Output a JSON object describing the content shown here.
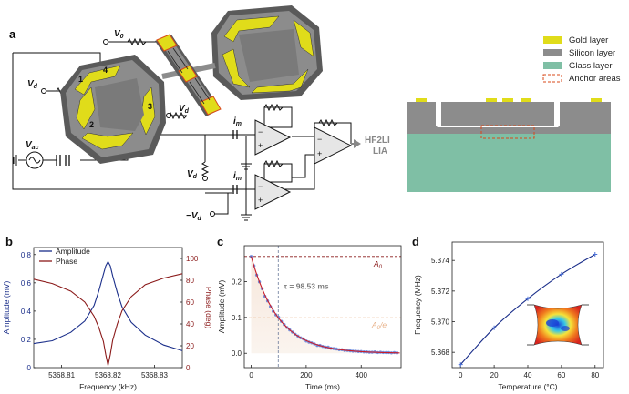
{
  "panel_a": {
    "label": "a",
    "signals": {
      "v0": "V",
      "v0_sub": "0",
      "vd": "V",
      "vd_sub": "d",
      "vac": "V",
      "vac_sub": "ac",
      "im": "i",
      "im_sub": "m",
      "neg_vd": "−V",
      "neg_vd_sub": "d"
    },
    "electrodes": [
      "1",
      "2",
      "3",
      "4"
    ],
    "lia_line1": "HF2LI",
    "lia_line2": "LIA"
  },
  "legend": {
    "items": [
      {
        "label": "Gold layer",
        "color": "#e0dc1a",
        "style": "fill"
      },
      {
        "label": "Silicon layer",
        "color": "#8c8c8c",
        "style": "fill"
      },
      {
        "label": "Glass layer",
        "color": "#7fbfa5",
        "style": "fill"
      },
      {
        "label": "Anchor areas",
        "color": "#d94a1a",
        "style": "dashed"
      }
    ]
  },
  "colors": {
    "gold": "#e0dc1a",
    "silicon": "#8c8c8c",
    "silicon_dark": "#5a5a5a",
    "glass": "#7fbfa5",
    "anchor": "#d94a1a",
    "amplitude": "#1a2e8a",
    "phase": "#8b1a1a",
    "decay_fit": "#c81d2a",
    "decay_data": "#4a6fd6"
  },
  "chart_data": [
    {
      "panel": "b",
      "type": "line",
      "xlabel": "Frequency (kHz)",
      "ylabel": "Amplitude (mV)",
      "ylabel_right": "Phase (deg)",
      "xlim": [
        5368.804,
        5368.836
      ],
      "ylim": [
        0,
        0.85
      ],
      "ylim_right": [
        0,
        110
      ],
      "xticks": [
        "5368.81",
        "5368.82",
        "5368.83"
      ],
      "xtick_values": [
        5368.81,
        5368.82,
        5368.83
      ],
      "yticks": [
        "0",
        "0.2",
        "0.4",
        "0.6",
        "0.8"
      ],
      "ytick_values": [
        0,
        0.2,
        0.4,
        0.6,
        0.8
      ],
      "yticks_right": [
        "0",
        "20",
        "40",
        "60",
        "80",
        "100"
      ],
      "ytick_values_right": [
        0,
        20,
        40,
        60,
        80,
        100
      ],
      "legend": "top-left",
      "series": [
        {
          "name": "Amplitude",
          "axis": "left",
          "x": [
            5368.804,
            5368.808,
            5368.812,
            5368.815,
            5368.817,
            5368.818,
            5368.819,
            5368.8195,
            5368.82,
            5368.8205,
            5368.821,
            5368.822,
            5368.823,
            5368.825,
            5368.828,
            5368.832,
            5368.836
          ],
          "y": [
            0.17,
            0.19,
            0.25,
            0.33,
            0.44,
            0.54,
            0.66,
            0.72,
            0.75,
            0.72,
            0.65,
            0.53,
            0.43,
            0.32,
            0.23,
            0.16,
            0.12
          ]
        },
        {
          "name": "Phase",
          "axis": "right",
          "x": [
            5368.804,
            5368.808,
            5368.812,
            5368.815,
            5368.817,
            5368.818,
            5368.819,
            5368.8195,
            5368.82,
            5368.8205,
            5368.821,
            5368.822,
            5368.823,
            5368.825,
            5368.828,
            5368.832,
            5368.836
          ],
          "y": [
            81,
            77,
            70,
            60,
            47,
            37,
            24,
            12,
            2,
            12,
            25,
            40,
            52,
            65,
            76,
            82,
            86
          ]
        }
      ]
    },
    {
      "panel": "c",
      "type": "scatter",
      "xlabel": "Time (ms)",
      "ylabel": "Amplitude (mV)",
      "xlim": [
        -25,
        545
      ],
      "ylim": [
        -0.04,
        0.3
      ],
      "xticks": [
        "0",
        "200",
        "400"
      ],
      "xtick_values": [
        0,
        200,
        400
      ],
      "yticks": [
        "0.0",
        "0.1",
        "0.2"
      ],
      "ytick_values": [
        0,
        0.1,
        0.2
      ],
      "annotations": [
        {
          "text": "A",
          "sub": "0",
          "value": 0.27
        },
        {
          "text": "A",
          "sub": "0",
          "suffix": "/e",
          "value": 0.0993
        },
        {
          "text": "τ = 98.53 ms",
          "value": 98.53
        }
      ],
      "series": [
        {
          "name": "",
          "kind": "points",
          "x": [
            0,
            10,
            20,
            30,
            40,
            50,
            60,
            70,
            80,
            90,
            100,
            110,
            120,
            130,
            140,
            150,
            160,
            170,
            180,
            190,
            200,
            210,
            220,
            230,
            240,
            250,
            260,
            270,
            280,
            290,
            300,
            310,
            320,
            330,
            340,
            350,
            360,
            370,
            380,
            390,
            400,
            410,
            420,
            430,
            440,
            450,
            460,
            470,
            480,
            490,
            500,
            510,
            520,
            530
          ],
          "y": [
            0.27,
            0.244,
            0.218,
            0.199,
            0.18,
            0.159,
            0.146,
            0.13,
            0.117,
            0.107,
            0.1,
            0.089,
            0.08,
            0.072,
            0.065,
            0.059,
            0.053,
            0.048,
            0.043,
            0.04,
            0.034,
            0.031,
            0.029,
            0.026,
            0.022,
            0.022,
            0.019,
            0.017,
            0.017,
            0.014,
            0.013,
            0.012,
            0.01,
            0.01,
            0.008,
            0.008,
            0.007,
            0.006,
            0.006,
            0.005,
            0.005,
            0.004,
            0.004,
            0.003,
            0.003,
            0.004,
            0.002,
            0.003,
            0.002,
            0.002,
            0.002,
            0.001,
            0.002,
            0.001
          ]
        },
        {
          "name": "",
          "kind": "fit",
          "A0": 0.27,
          "tau": 98.53,
          "x_start": 0,
          "x_end": 540
        }
      ]
    },
    {
      "panel": "d",
      "type": "line",
      "xlabel": "Temperature (°C)",
      "ylabel": "Frequency (MHz)",
      "xlim": [
        -5,
        85
      ],
      "ylim": [
        5.367,
        5.3752
      ],
      "xticks": [
        "0",
        "20",
        "40",
        "60",
        "80"
      ],
      "xtick_values": [
        0,
        20,
        40,
        60,
        80
      ],
      "yticks": [
        "5.368",
        "5.370",
        "5.372",
        "5.374"
      ],
      "ytick_values": [
        5.368,
        5.37,
        5.372,
        5.374
      ],
      "series": [
        {
          "name": "",
          "x": [
            0,
            20,
            40,
            60,
            80
          ],
          "y": [
            5.3672,
            5.3696,
            5.3715,
            5.3731,
            5.3744
          ]
        }
      ]
    }
  ]
}
